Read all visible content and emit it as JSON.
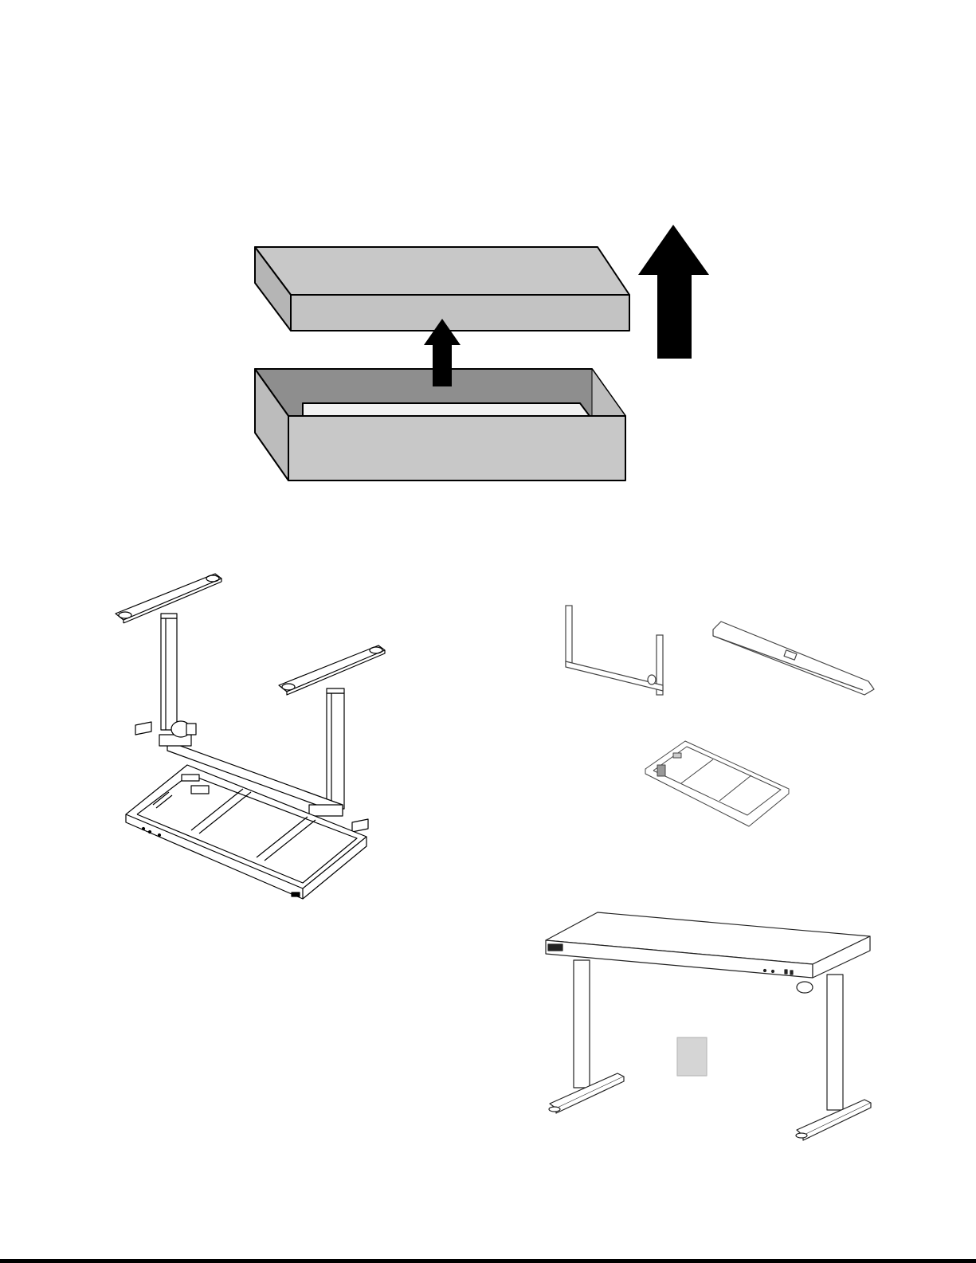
{
  "page": {
    "figures": [
      {
        "id": "box-lid-removal",
        "icon": "open-box-with-lifted-lid"
      },
      {
        "id": "exploded-frame",
        "icon": "desk-frame-exploded-view"
      },
      {
        "id": "frame-legs",
        "icon": "leg-frame-part"
      },
      {
        "id": "top-panel",
        "icon": "crossbar-part"
      },
      {
        "id": "control-tray",
        "icon": "tray-part"
      },
      {
        "id": "assembled-desk",
        "icon": "standing-desk"
      }
    ],
    "colors": {
      "lid_face": "#c8c8c8",
      "lid_side": "#bcbcbc",
      "box_inner": "#8e8e8e",
      "arrow": "#000000",
      "line": "#000000"
    }
  }
}
